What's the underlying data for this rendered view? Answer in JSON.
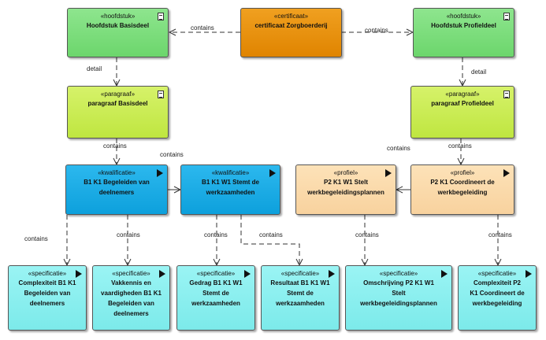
{
  "nodes": {
    "hoofdstuk_basis": {
      "stereotype": "«hoofdstuk»",
      "name": "Hoofdstuk Basisdeel",
      "icon": "document-icon"
    },
    "certificaat": {
      "stereotype": "«certificaat»",
      "name": "certificaat Zorgboerderij",
      "icon": "none"
    },
    "hoofdstuk_profiel": {
      "stereotype": "«hoofdstuk»",
      "name": "Hoofdstuk Profieldeel",
      "icon": "document-icon"
    },
    "paragraaf_basis": {
      "stereotype": "«paragraaf»",
      "name": "paragraaf Basisdeel",
      "icon": "document-icon"
    },
    "paragraaf_profiel": {
      "stereotype": "«paragraaf»",
      "name": "paragraaf Profieldeel",
      "icon": "document-icon"
    },
    "kwal_b1k1": {
      "stereotype": "«kwalificatie»",
      "name": "B1 K1 Begeleiden van deelnemers",
      "icon": "triangle-icon"
    },
    "kwal_b1k1w1": {
      "stereotype": "«kwalificatie»",
      "name": "B1 K1 W1 Stemt de werkzaamheden",
      "icon": "triangle-icon"
    },
    "prof_p2k1w1": {
      "stereotype": "«profiel»",
      "name": "P2 K1 W1 Stelt werkbegeleidingsplannen",
      "icon": "triangle-icon"
    },
    "prof_p2k1": {
      "stereotype": "«profiel»",
      "name": "P2 K1 Coordineert de werkbegeleiding",
      "icon": "triangle-icon"
    },
    "spec1": {
      "stereotype": "«specificatie»",
      "name": "Complexiteit B1 K1 Begeleiden van deelnemers",
      "icon": "triangle-icon"
    },
    "spec2": {
      "stereotype": "«specificatie»",
      "name": "Vakkennis en vaardigheden B1 K1 Begeleiden van deelnemers",
      "icon": "triangle-icon"
    },
    "spec3": {
      "stereotype": "«specificatie»",
      "name": "Gedrag B1 K1 W1 Stemt de werkzaamheden",
      "icon": "triangle-icon"
    },
    "spec4": {
      "stereotype": "«specificatie»",
      "name": "Resultaat B1 K1 W1 Stemt de werkzaamheden",
      "icon": "triangle-icon"
    },
    "spec5": {
      "stereotype": "«specificatie»",
      "name": "Omschrijving P2 K1 W1 Stelt werkbegeleidingsplannen",
      "icon": "triangle-icon"
    },
    "spec6": {
      "stereotype": "«specificatie»",
      "name": "Complexiteit P2 K1 Coordineert de werkbegeleiding",
      "icon": "triangle-icon"
    }
  },
  "edge_labels": {
    "cert_to_basis": "contains",
    "cert_to_profiel": "contains",
    "basis_detail": "detail",
    "profiel_detail": "detail",
    "para_basis_contains": "contains",
    "kwal_link_contains": "contains",
    "para_profiel_contains": "contains",
    "prof_link_contains": "contains",
    "spec1_contains": "contains",
    "spec2_contains": "contains",
    "spec3_contains": "contains",
    "spec4_contains": "contains",
    "spec5_contains": "contains",
    "spec6_contains": "contains"
  },
  "colors": {
    "hoofdstuk": "#7ddc7d",
    "certificaat": "#ea9210",
    "paragraaf": "#c9ec50",
    "kwalificatie": "#17aae4",
    "profiel": "#fbdaab",
    "specificatie": "#8aefef"
  }
}
